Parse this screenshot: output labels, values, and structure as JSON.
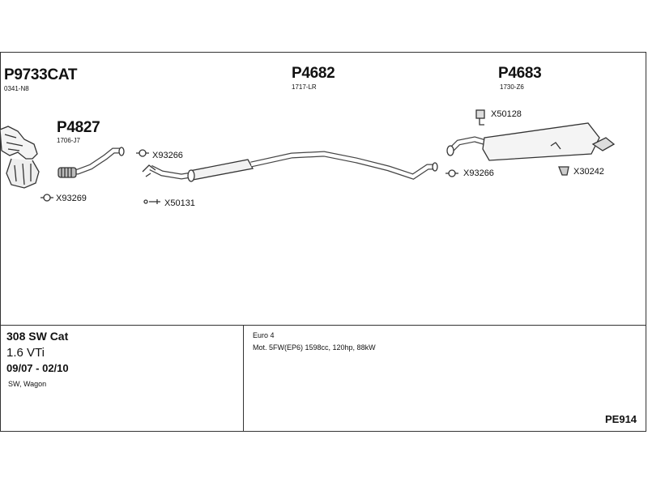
{
  "parts": {
    "p9733cat": {
      "number": "P9733CAT",
      "code": "0341-N8"
    },
    "p4827": {
      "number": "P4827",
      "code": "1706-J7"
    },
    "p4682": {
      "number": "P4682",
      "code": "1717-LR"
    },
    "p4683": {
      "number": "P4683",
      "code": "1730-Z6"
    }
  },
  "components": {
    "x93269": "X93269",
    "x93266_front": "X93266",
    "x50131": "X50131",
    "x50128": "X50128",
    "x93266_rear": "X93266",
    "x30242": "X30242"
  },
  "vehicle": {
    "model": "308 SW Cat",
    "engine": "1.6 VTi",
    "dates": "09/07 - 02/10",
    "body": "SW, Wagon"
  },
  "specs": {
    "emission": "Euro 4",
    "motor": "Mot. 5FW(EP6) 1598cc, 120hp, 88kW"
  },
  "reference": "PE914"
}
